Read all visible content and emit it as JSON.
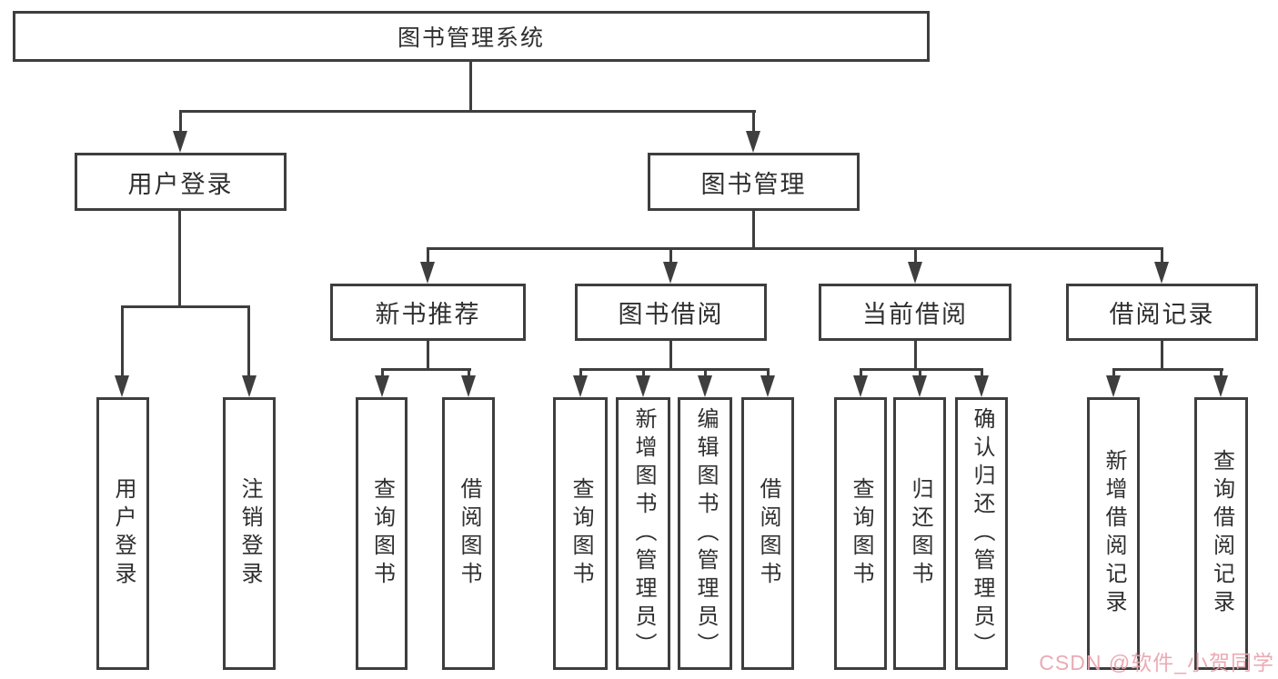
{
  "tree": {
    "root": "图书管理系统",
    "branches": [
      {
        "label": "用户登录",
        "children": [
          "用户登录",
          "注销登录"
        ]
      },
      {
        "label": "图书管理",
        "groups": [
          {
            "label": "新书推荐",
            "children": [
              "查询图书",
              "借阅图书"
            ]
          },
          {
            "label": "图书借阅",
            "children": [
              "查询图书",
              "新增图书（管理员）",
              "编辑图书（管理员）",
              "借阅图书"
            ]
          },
          {
            "label": "当前借阅",
            "children": [
              "查询图书",
              "归还图书",
              "确认归还（管理员）"
            ]
          },
          {
            "label": "借阅记录",
            "children": [
              "新增借阅记录",
              "查询借阅记录"
            ]
          }
        ]
      }
    ]
  },
  "watermark": {
    "text": "CSDN @软件_小贺同学"
  },
  "colors": {
    "line": "#3e3e3e",
    "text": "#2f2f2f",
    "background": "#ffffff",
    "watermark": "#e9a6b0"
  }
}
